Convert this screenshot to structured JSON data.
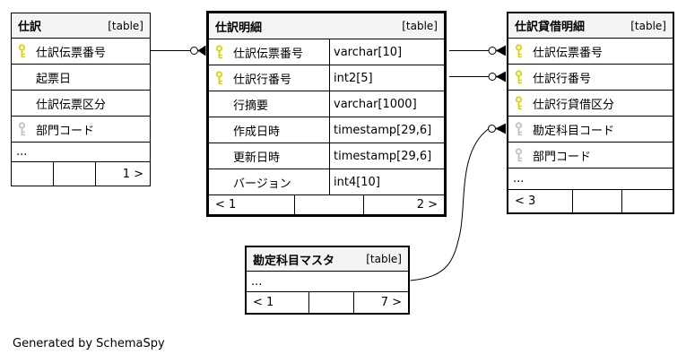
{
  "canvas": {
    "credit": "Generated by SchemaSpy"
  },
  "colors": {
    "primary_key": "#d9d400",
    "foreign_key": "#c2c2c2",
    "header_bg": "#f4f4f4",
    "line": "#000000",
    "background": "#ffffff"
  },
  "icons": {
    "primary_key": "yellow-key-icon",
    "foreign_key": "gray-key-icon"
  },
  "tables": {
    "shiwake": {
      "title": "仕訳",
      "tag": "[table]",
      "columns": [
        {
          "name": "仕訳伝票番号",
          "key": "primary"
        },
        {
          "name": "起票日",
          "key": "none"
        },
        {
          "name": "仕訳伝票区分",
          "key": "none"
        },
        {
          "name": "部門コード",
          "key": "foreign"
        }
      ],
      "ellipsis": "...",
      "pager": {
        "prev": "",
        "mid": "",
        "next": "1 >"
      }
    },
    "shiwake_meisai": {
      "title": "仕訳明細",
      "tag": "[table]",
      "columns": [
        {
          "name": "仕訳伝票番号",
          "type": "varchar[10]",
          "key": "primary"
        },
        {
          "name": "仕訳行番号",
          "type": "int2[5]",
          "key": "primary"
        },
        {
          "name": "行摘要",
          "type": "varchar[1000]",
          "key": "none"
        },
        {
          "name": "作成日時",
          "type": "timestamp[29,6]",
          "key": "none"
        },
        {
          "name": "更新日時",
          "type": "timestamp[29,6]",
          "key": "none"
        },
        {
          "name": "バージョン",
          "type": "int4[10]",
          "key": "none"
        }
      ],
      "pager": {
        "prev": "< 1",
        "mid": "",
        "next": "2 >"
      }
    },
    "shiwake_taishaku_meisai": {
      "title": "仕訳貸借明細",
      "tag": "[table]",
      "columns": [
        {
          "name": "仕訳伝票番号",
          "key": "primary"
        },
        {
          "name": "仕訳行番号",
          "key": "primary"
        },
        {
          "name": "仕訳行貸借区分",
          "key": "primary"
        },
        {
          "name": "勘定科目コード",
          "key": "foreign"
        },
        {
          "name": "部門コード",
          "key": "foreign"
        }
      ],
      "ellipsis": "...",
      "pager": {
        "prev": "< 3",
        "mid": "",
        "next": ""
      }
    },
    "kanjo_kamoku_master": {
      "title": "勘定科目マスタ",
      "tag": "[table]",
      "ellipsis": "...",
      "pager": {
        "prev": "< 1",
        "mid": "",
        "next": "7 >"
      }
    }
  },
  "relationships": [
    {
      "parent": "仕訳.仕訳伝票番号",
      "child": "仕訳明細.仕訳伝票番号",
      "notation": "zero-or-many"
    },
    {
      "parent": "仕訳明細.仕訳伝票番号",
      "child": "仕訳貸借明細.仕訳伝票番号",
      "notation": "zero-or-many"
    },
    {
      "parent": "仕訳明細.仕訳行番号",
      "child": "仕訳貸借明細.仕訳行番号",
      "notation": "zero-or-many"
    },
    {
      "parent": "勘定科目マスタ",
      "child": "仕訳貸借明細.勘定科目コード",
      "notation": "zero-or-many"
    }
  ]
}
